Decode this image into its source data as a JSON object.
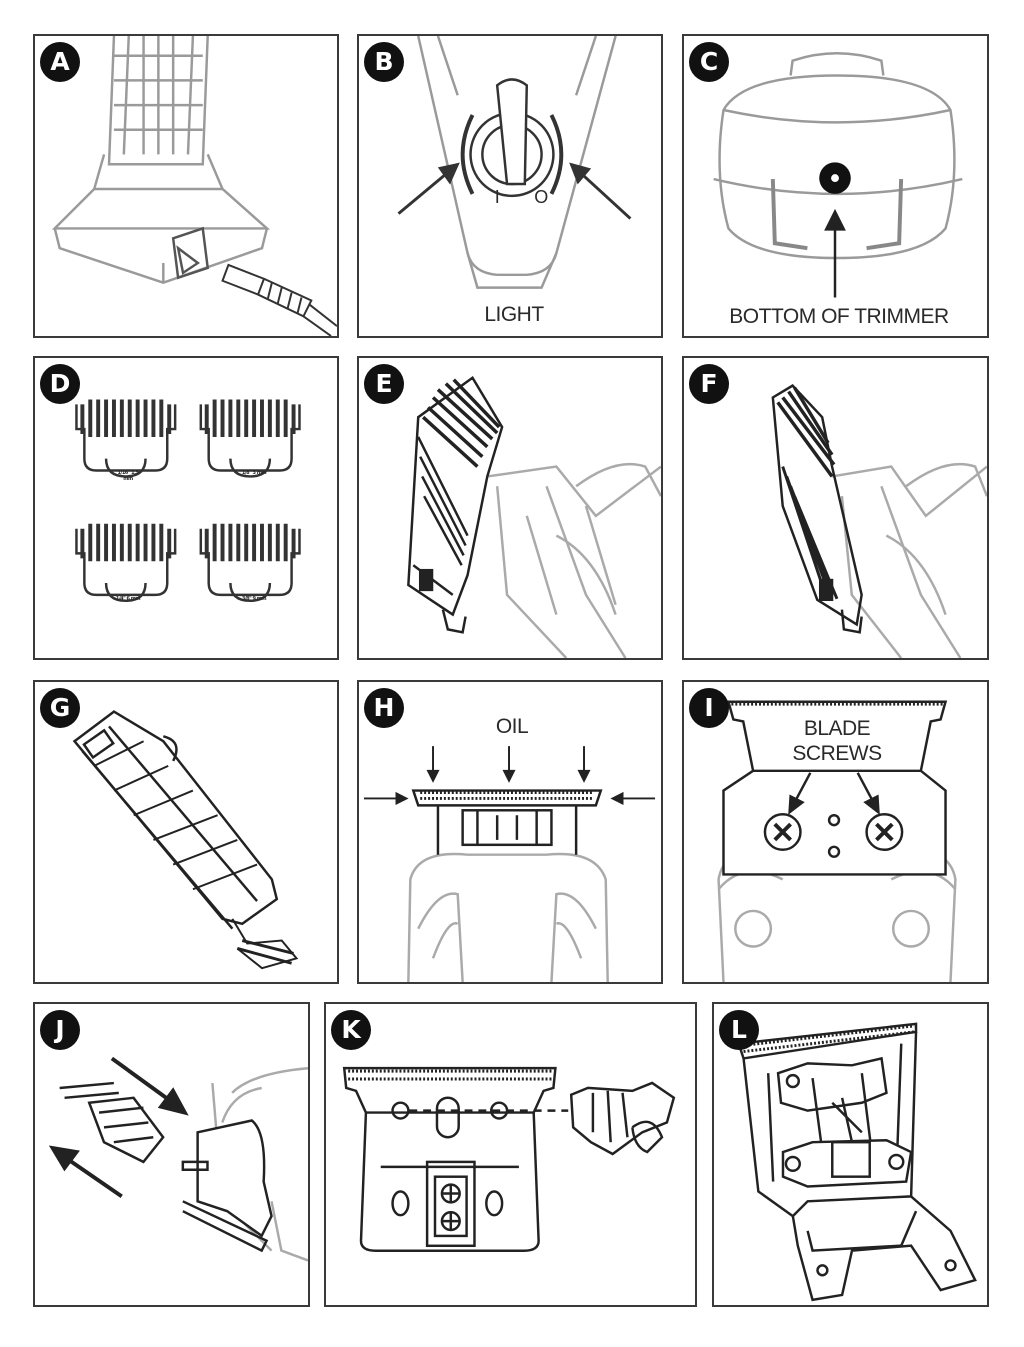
{
  "panels": {
    "a": {
      "badge": "A"
    },
    "b": {
      "badge": "B",
      "label": "LIGHT",
      "switch_i": "I",
      "switch_o": "O"
    },
    "c": {
      "badge": "C",
      "label": "BOTTOM OF TRIMMER"
    },
    "d": {
      "badge": "D",
      "guards": [
        "1/16\" 1.5 mm",
        "1/8\" 3 mm",
        "1/4\" 6 mm",
        "3/8\" 9 mm"
      ]
    },
    "e": {
      "badge": "E"
    },
    "f": {
      "badge": "F"
    },
    "g": {
      "badge": "G"
    },
    "h": {
      "badge": "H",
      "label": "OIL"
    },
    "i": {
      "badge": "I",
      "label_line1": "BLADE",
      "label_line2": "SCREWS"
    },
    "j": {
      "badge": "J"
    },
    "k": {
      "badge": "K"
    },
    "l": {
      "badge": "L"
    }
  },
  "colors": {
    "line": "#2b2b2b",
    "light_line": "#b5b5b5",
    "badge_bg": "#111111"
  }
}
